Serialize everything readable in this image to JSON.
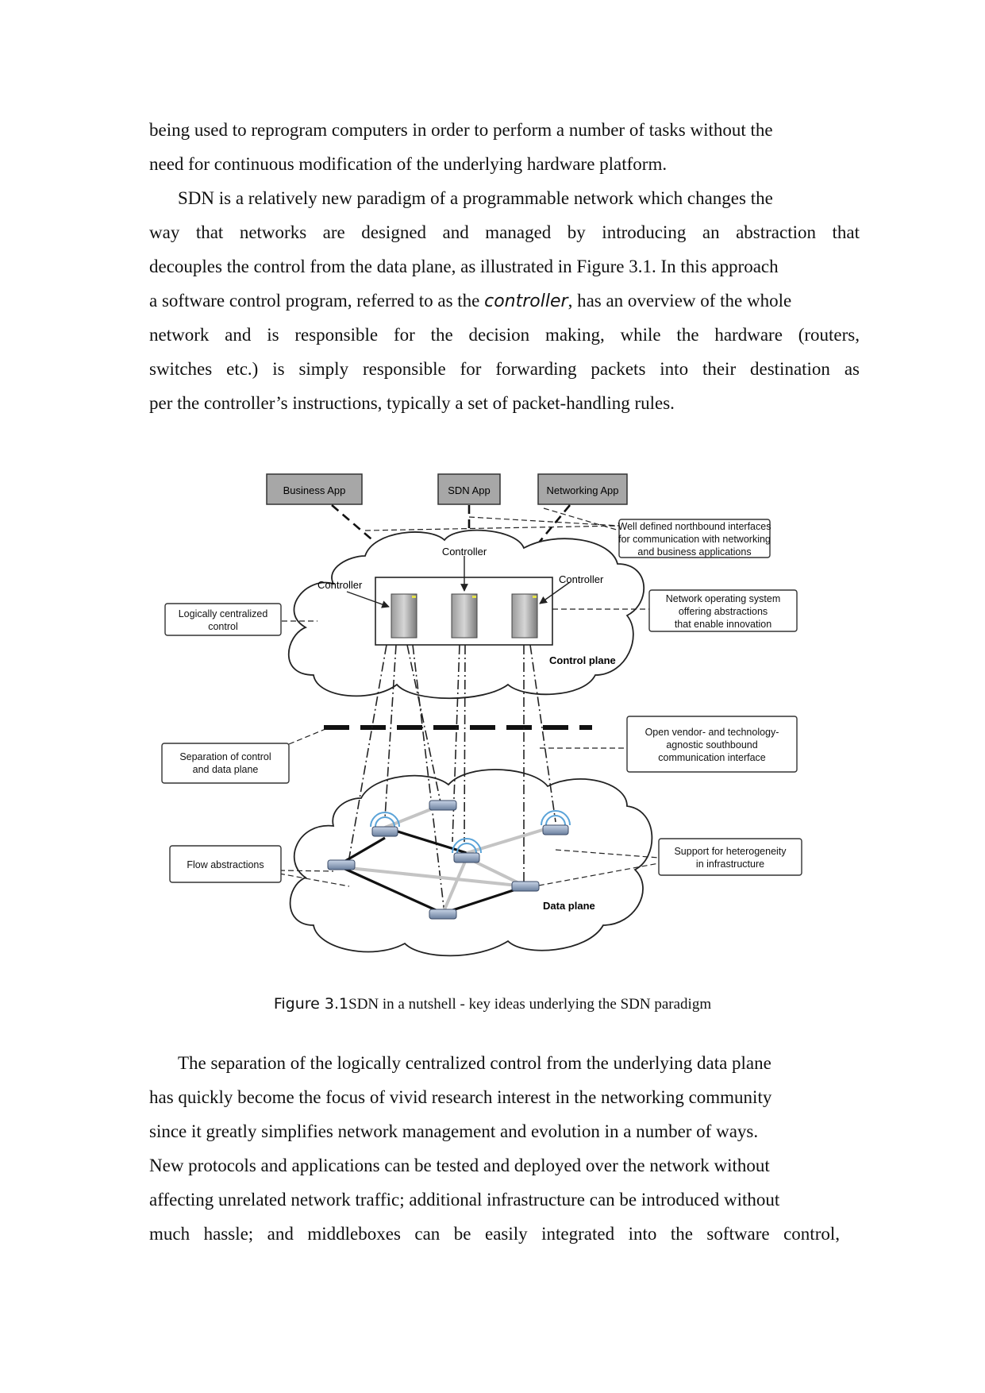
{
  "para1": {
    "line1": "being used to reprogram computers in order to perform a number of tasks without the",
    "line2": "need for continuous modification of the underlying hardware platform."
  },
  "para2": {
    "line1": "SDN is a relatively new paradigm of a programmable network which changes the",
    "line2": "way that networks are designed and managed by introducing an abstraction that",
    "line3": "decouples the control from the data plane, as illustrated in Figure 3.1. In this approach",
    "line4_pre": "a software control program, referred to as the ",
    "line4_em": "controller",
    "line4_post": ", has an overview of the whole",
    "line5": "network and is responsible for the decision making, while the hardware (routers,",
    "line6": "switches etc.) is simply responsible for forwarding packets into their destination as",
    "line7": "per the controller’s instructions, typically a set of packet-handling rules."
  },
  "figure": {
    "apps": [
      "Business App",
      "SDN App",
      "Networking App"
    ],
    "controller_top": "Controller",
    "controller_left": "Controller",
    "controller_right": "Controller",
    "control_plane": "Control plane",
    "data_plane": "Data plane",
    "northbound": [
      "Well defined northbound interfaces",
      "for communication with networking",
      "and business applications"
    ],
    "nos": [
      "Network operating system",
      "offering abstractions",
      "that enable innovation"
    ],
    "logically": [
      "Logically centralized",
      "control"
    ],
    "separation": [
      "Separation of control",
      "and data plane"
    ],
    "southbound": [
      "Open vendor- and technology-",
      "agnostic southbound",
      "communication interface"
    ],
    "flow": "Flow abstractions",
    "hetero": [
      "Support for heterogeneity",
      "in infrastructure"
    ]
  },
  "caption": {
    "label": "Figure 3.1",
    "text": "SDN in a nutshell - key ideas underlying the SDN paradigm"
  },
  "para3": {
    "line1": "The separation of the logically centralized control from the underlying data plane",
    "line2": "has quickly become the focus of vivid research interest in the networking community",
    "line3": "since it greatly simplifies network management and evolution in a number of ways.",
    "line4": "New protocols and applications can be tested and deployed over the network without",
    "line5": "affecting unrelated network traffic; additional infrastructure can be introduced without",
    "line6": "much hassle; and middleboxes can be easily integrated into the software control,"
  }
}
